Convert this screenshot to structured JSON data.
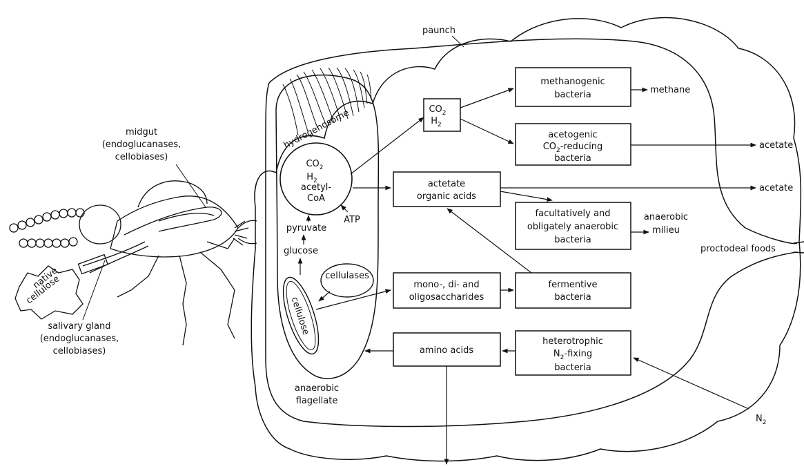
{
  "labels": {
    "paunch": "paunch",
    "midgut_1": "midgut",
    "midgut_2": "(endoglucanases,",
    "midgut_3": "cellobiases)",
    "salivary_1": "salivary gland",
    "salivary_2": "(endoglucanases,",
    "salivary_3": "cellobiases)",
    "native_1": "native",
    "native_2": "cellulose",
    "hydrogenosome": "hydrogenosome",
    "hydro_co": "CO",
    "hydro_co_sub": "2",
    "hydro_h": "H",
    "hydro_h_sub": "2",
    "hydro_acetyl": "acetyl-",
    "hydro_coa": "CoA",
    "atp": "ATP",
    "pyruvate": "pyruvate",
    "glucose": "glucose",
    "cellulases": "cellulases",
    "cellulose": "cellulose",
    "anaerobic_flag_1": "anaerobic",
    "anaerobic_flag_2": "flagellate",
    "co2h2_co": "CO",
    "co2h2_co_sub": "2",
    "co2h2_h": "H",
    "co2h2_h_sub": "2",
    "methanogenic_1": "methanogenic",
    "methanogenic_2": "bacteria",
    "methane": "methane",
    "acetogenic_1": "acetogenic",
    "acetogenic_2a": "CO",
    "acetogenic_2sub": "2",
    "acetogenic_2b": "-reducing",
    "acetogenic_3": "bacteria",
    "acetate_1": "acetate",
    "actetate_1": "actetate",
    "actetate_2": "organic acids",
    "acetate_2": "acetate",
    "facult_1": "facultatively and",
    "facult_2": "obligately anaerobic",
    "facult_3": "bacteria",
    "milieu_1": "anaerobic",
    "milieu_2": "milieu",
    "proctodeal": "proctodeal foods",
    "mono_1": "mono-, di- and",
    "mono_2": "oligosaccharides",
    "fermentive_1": "fermentive",
    "fermentive_2": "bacteria",
    "amino": "amino acids",
    "hetero_1": "heterotrophic",
    "hetero_2a": "N",
    "hetero_2sub": "2",
    "hetero_2b": "-fixing",
    "hetero_3": "bacteria",
    "n2": "N",
    "n2_sub": "2"
  }
}
